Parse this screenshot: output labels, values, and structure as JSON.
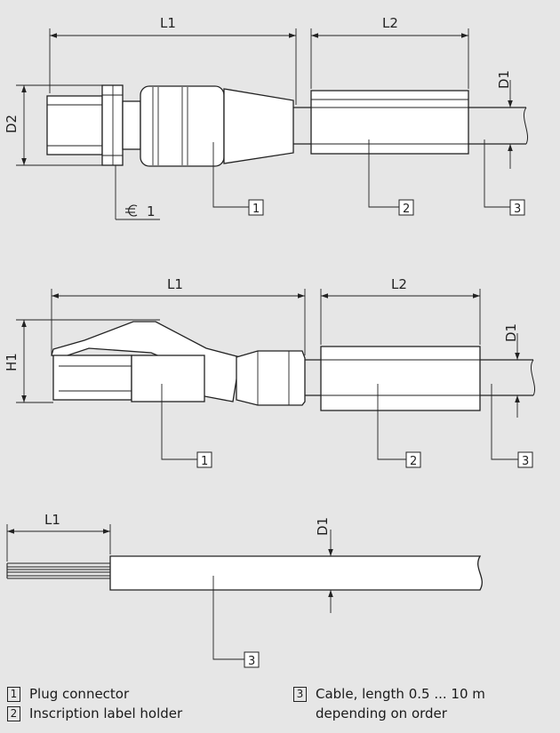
{
  "dims": {
    "L1": "L1",
    "L2": "L2",
    "D1": "D1",
    "D2": "D2",
    "H1": "H1"
  },
  "callouts": {
    "one": "1",
    "two": "2",
    "three": "3",
    "wrench": "1"
  },
  "legend": {
    "items": [
      {
        "num": "1",
        "text": "Plug connector"
      },
      {
        "num": "2",
        "text": "Inscription label holder"
      },
      {
        "num": "3",
        "text": "Cable, length 0.5 ... 10 m",
        "continuation": "depending on order"
      }
    ]
  }
}
